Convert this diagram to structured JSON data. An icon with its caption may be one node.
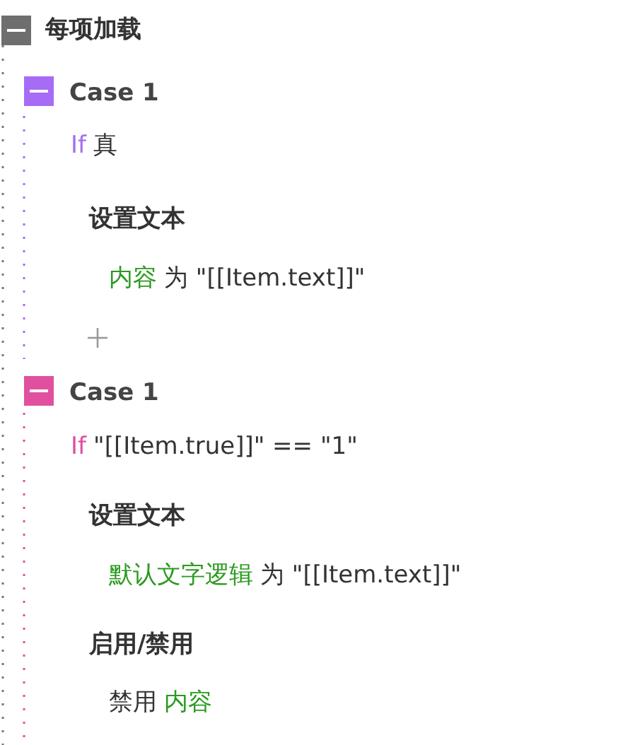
{
  "diagram": {
    "labels": [
      "每项加载",
      "Case 1",
      "If",
      "真",
      "设置文本",
      "内容",
      "为 \"[[Item.text]]\"",
      "Case 1",
      "If",
      "\"[[Item.true]]\" == \"1\"",
      "设置文本",
      "默认文字逻辑",
      "为 \"[[Item.text]]\"",
      "启用/禁用",
      "禁用",
      "内容"
    ]
  }
}
